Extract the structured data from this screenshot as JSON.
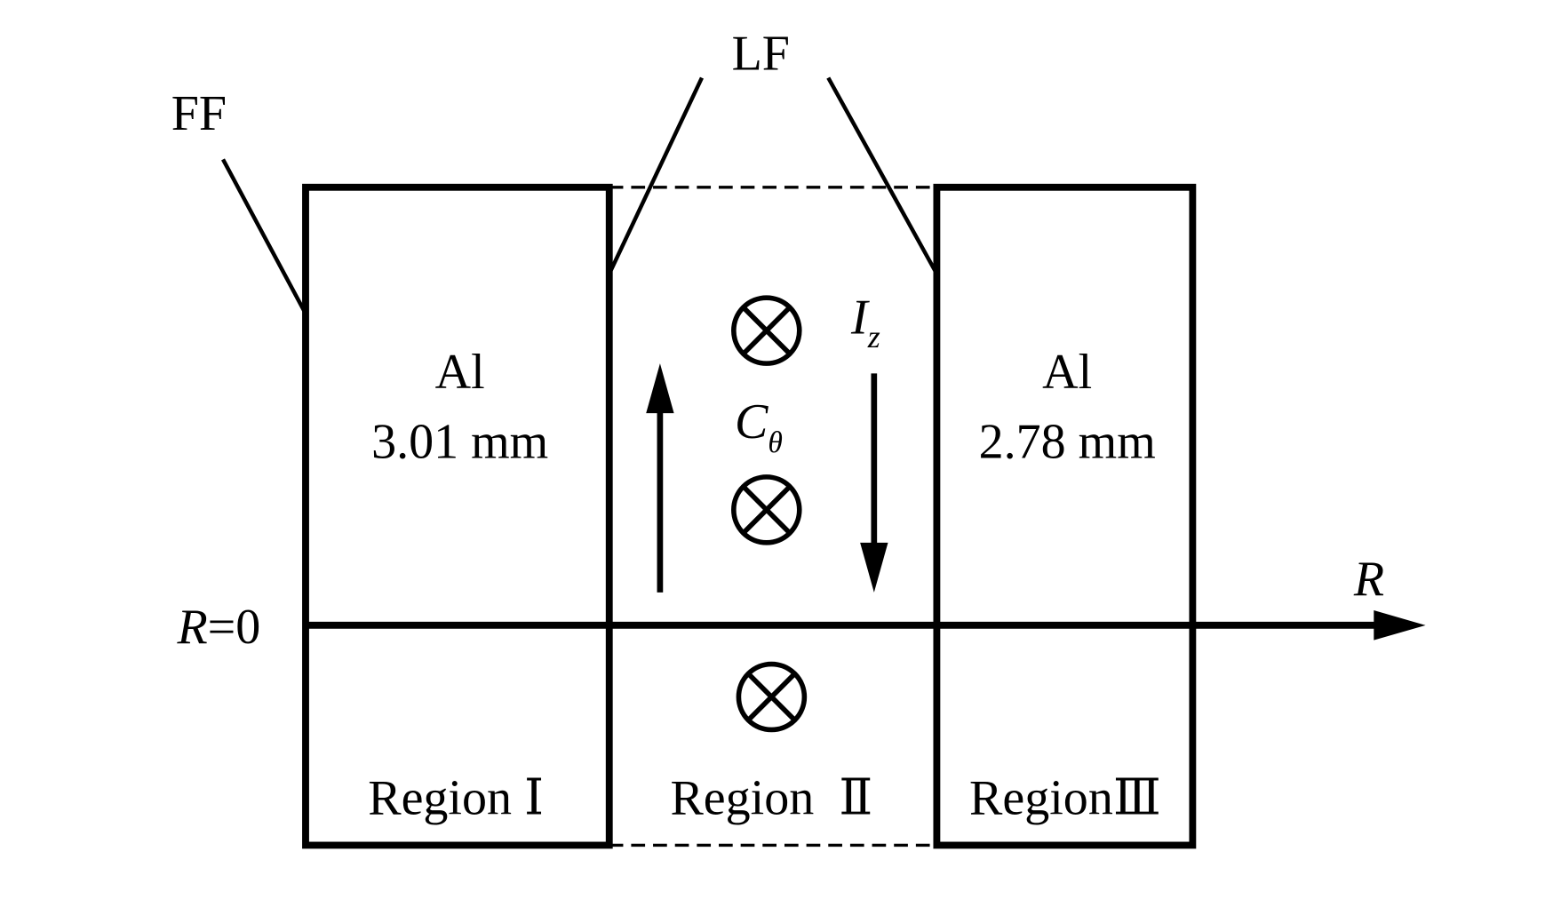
{
  "labels": {
    "ff": "FF",
    "lf": "LF",
    "region1_material": "Al",
    "region1_thickness": "3.01 mm",
    "region3_material": "Al",
    "region3_thickness": "2.78 mm",
    "current_symbol": "I",
    "current_subscript": "z",
    "c_symbol": "C",
    "c_subscript": "θ",
    "axis_label": "R",
    "origin_label_var": "R",
    "origin_label_value": "=0",
    "region1": "Region Ⅰ",
    "region2": "Region  Ⅱ",
    "region3": "RegionⅢ"
  },
  "colors": {
    "stroke": "#000000",
    "background": "#ffffff"
  }
}
